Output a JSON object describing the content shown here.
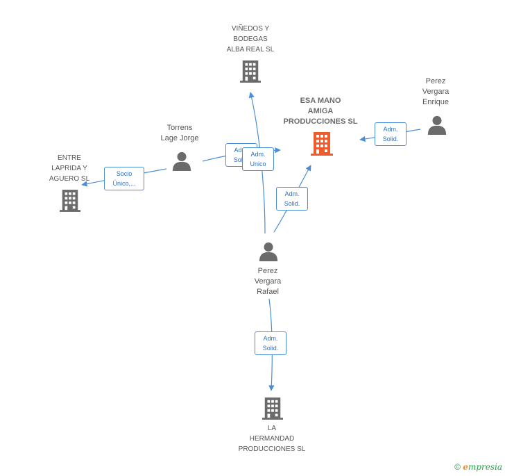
{
  "colors": {
    "edge": "#4a8ed8",
    "building": "#6b6b6b",
    "building_focus": "#ee5b2c",
    "person": "#6b6b6b"
  },
  "nodes": {
    "esa_mano": {
      "label": "ESA MANO\nAMIGA\nPRODUCCIONES SL",
      "icon": "building-icon"
    },
    "vinedos": {
      "label": "VIÑEDOS Y\nBODEGAS\nALBA REAL SL",
      "icon": "building-icon"
    },
    "entre_laprida": {
      "label": "ENTRE\nLAPRIDA Y\nAGUERO SL",
      "icon": "building-icon"
    },
    "la_hermandad": {
      "label": "LA\nHERMANDAD\nPRODUCCIONES SL",
      "icon": "building-icon"
    },
    "torrens": {
      "label": "Torrens\nLage Jorge",
      "icon": "person-icon"
    },
    "perez_enrique": {
      "label": "Perez\nVergara\nEnrique",
      "icon": "person-icon"
    },
    "perez_rafael": {
      "label": "Perez\nVergara\nRafael",
      "icon": "person-icon"
    }
  },
  "edges": {
    "enrique_esa": "Adm.\nSolid.",
    "torrens_esa": "Adm.\nSolid.",
    "rafael_vinedos": "Adm.\nUnico",
    "rafael_esa": "Adm.\nSolid.",
    "torrens_entre": "Socio\nÚnico,...",
    "rafael_hermandad": "Adm.\nSolid."
  },
  "footer": {
    "copyright": "©",
    "brand_e": "e",
    "brand_rest": "mpresia"
  }
}
